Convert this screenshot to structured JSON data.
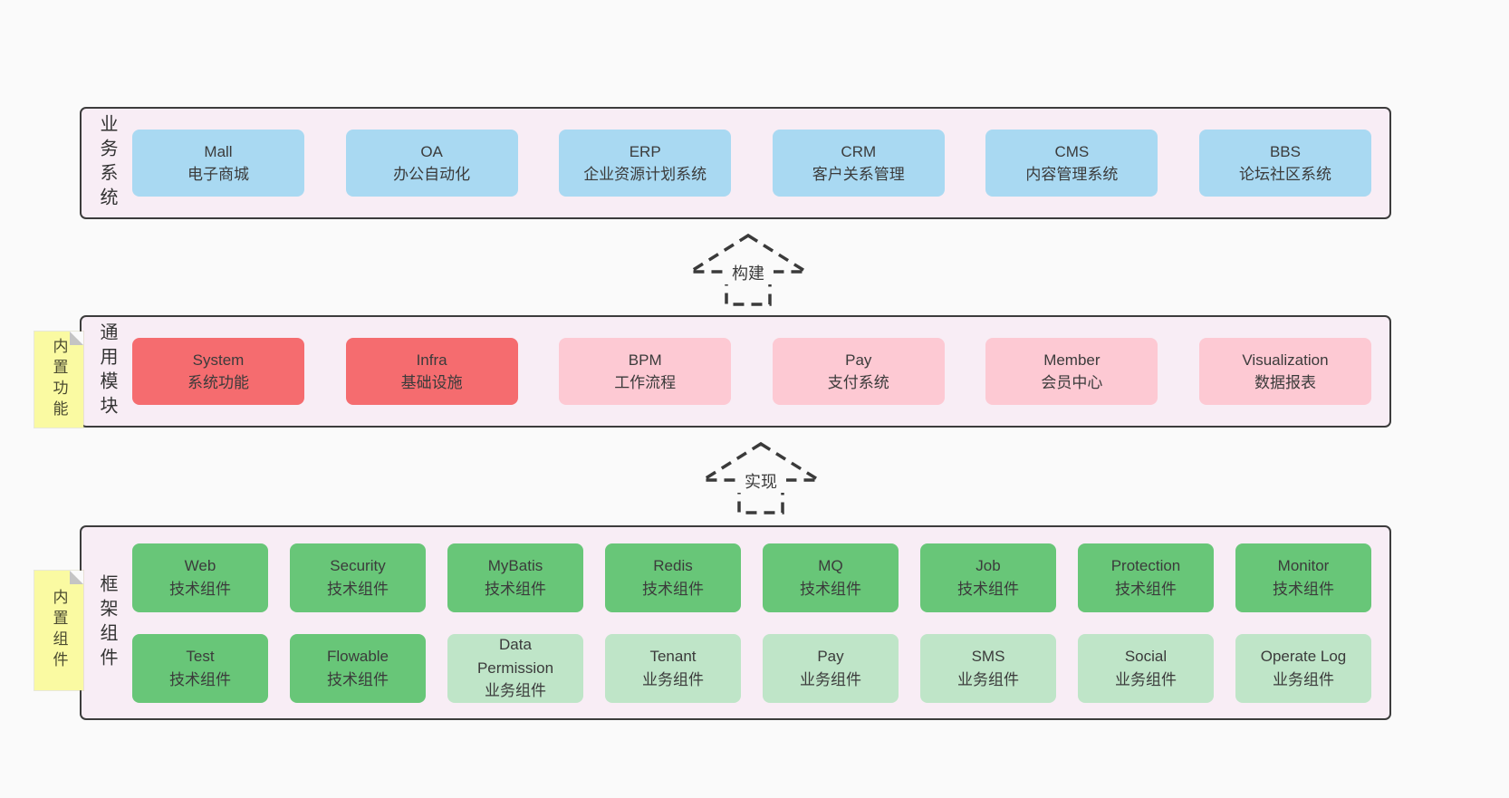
{
  "palette": {
    "page_bg": "#fafafa",
    "panel_bg": "#f8edf5",
    "panel_border": "#3c3c3c",
    "blue": "#a9d9f2",
    "red": "#f56c6f",
    "pink": "#fdc9d3",
    "green": "#68c678",
    "green_light": "#bfe5c8",
    "note_yellow": "#fafaa2",
    "text": "#3b3b3b"
  },
  "layers": {
    "business": {
      "label": "业务系统",
      "boxes": [
        {
          "name": "Mall",
          "desc": "电子商城"
        },
        {
          "name": "OA",
          "desc": "办公自动化"
        },
        {
          "name": "ERP",
          "desc": "企业资源计划系统"
        },
        {
          "name": "CRM",
          "desc": "客户关系管理"
        },
        {
          "name": "CMS",
          "desc": "内容管理系统"
        },
        {
          "name": "BBS",
          "desc": "论坛社区系统"
        }
      ]
    },
    "modules": {
      "label": "通用模块",
      "note": "内置功能",
      "boxes": [
        {
          "name": "System",
          "desc": "系统功能"
        },
        {
          "name": "Infra",
          "desc": "基础设施"
        },
        {
          "name": "BPM",
          "desc": "工作流程"
        },
        {
          "name": "Pay",
          "desc": "支付系统"
        },
        {
          "name": "Member",
          "desc": "会员中心"
        },
        {
          "name": "Visualization",
          "desc": "数据报表"
        }
      ]
    },
    "components": {
      "label": "框架组件",
      "note": "内置组件",
      "row1": [
        {
          "name": "Web",
          "desc": "技术组件"
        },
        {
          "name": "Security",
          "desc": "技术组件"
        },
        {
          "name": "MyBatis",
          "desc": "技术组件"
        },
        {
          "name": "Redis",
          "desc": "技术组件"
        },
        {
          "name": "MQ",
          "desc": "技术组件"
        },
        {
          "name": "Job",
          "desc": "技术组件"
        },
        {
          "name": "Protection",
          "desc": "技术组件"
        },
        {
          "name": "Monitor",
          "desc": "技术组件"
        }
      ],
      "row2": [
        {
          "name": "Test",
          "desc": "技术组件"
        },
        {
          "name": "Flowable",
          "desc": "技术组件"
        },
        {
          "name": "Data Permission",
          "desc": "业务组件"
        },
        {
          "name": "Tenant",
          "desc": "业务组件"
        },
        {
          "name": "Pay",
          "desc": "业务组件"
        },
        {
          "name": "SMS",
          "desc": "业务组件"
        },
        {
          "name": "Social",
          "desc": "业务组件"
        },
        {
          "name": "Operate Log",
          "desc": "业务组件"
        }
      ]
    }
  },
  "arrows": {
    "build": "构建",
    "implement": "实现"
  }
}
